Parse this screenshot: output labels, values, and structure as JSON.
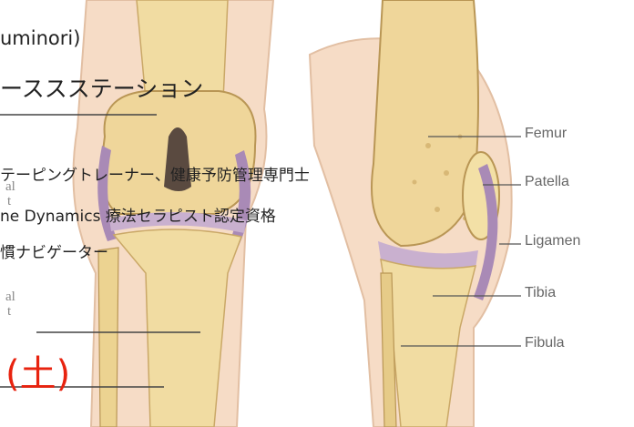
{
  "overlay_text": {
    "line1": "uminori)",
    "line2": "ーススステーション",
    "line3": "テーピングトレーナー、健康予防管理専門士",
    "line4": "ne Dynamics 療法セラピスト認定資格",
    "line5": "慣ナビゲーター",
    "day_mark": "(土)"
  },
  "anatomy_labels": {
    "femur": "Femur",
    "patella": "Patella",
    "ligament": "Ligamen",
    "tibia": "Tibia",
    "fibula": "Fibula"
  },
  "left_label_fragments": {
    "frag1": "al",
    "frag2": "t",
    "frag3": "al",
    "frag4": "t"
  },
  "colors": {
    "day_mark": "#e8230f",
    "bone": "#f1dca2",
    "skin": "#f6dcc6",
    "ligament": "#a98ab6"
  }
}
